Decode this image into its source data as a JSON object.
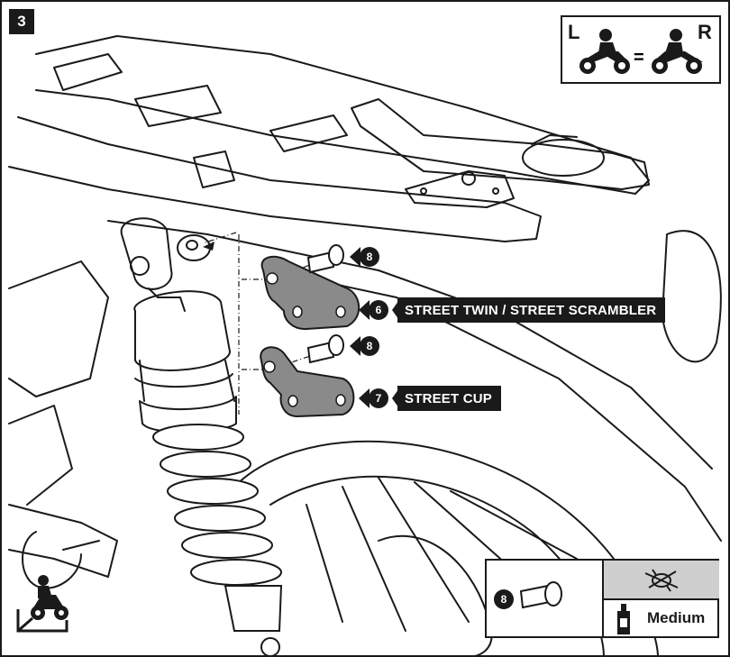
{
  "step": {
    "number": "3"
  },
  "side_indicator": {
    "left_letter": "L",
    "equals": "=",
    "right_letter": "R"
  },
  "callouts": [
    {
      "num": "8",
      "label": ""
    },
    {
      "num": "6",
      "label": "STREET TWIN / STREET SCRAMBLER"
    },
    {
      "num": "8",
      "label": ""
    },
    {
      "num": "7",
      "label": "STREET CUP"
    }
  ],
  "legend": {
    "part_number": "8",
    "threadlock": "Medium",
    "icons": [
      "bolt-icon",
      "no-grease-icon",
      "threadlock-bottle-icon"
    ]
  },
  "colors": {
    "ink": "#1a1a1a",
    "plate": "#8a8a8a",
    "legend_header": "#cfcfcf"
  },
  "icons": [
    "motorcycle-icon",
    "work-position-icon"
  ]
}
